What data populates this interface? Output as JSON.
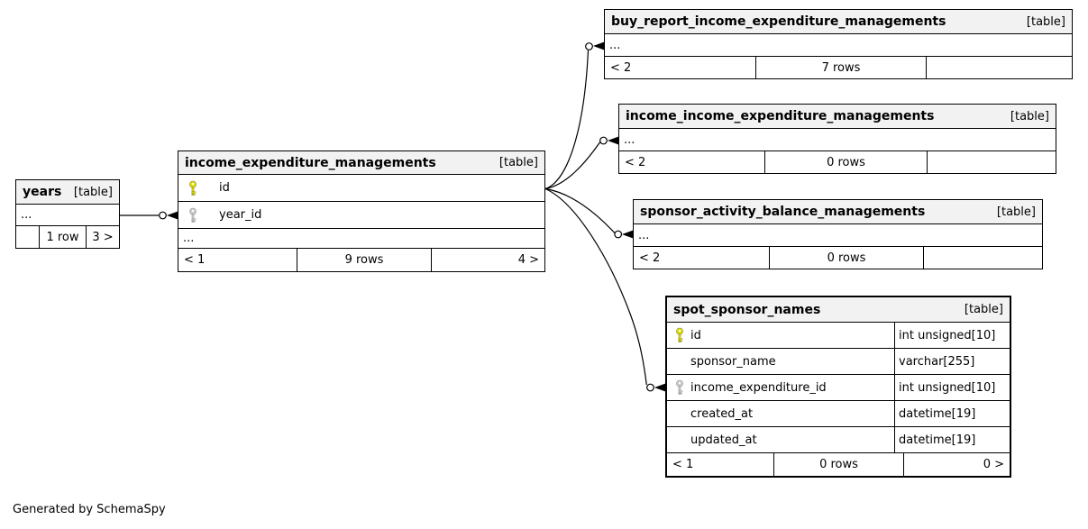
{
  "note": "Generated by SchemaSpy",
  "colors": {
    "primary_key": "#e0e000",
    "foreign_key": "#c9c9c9",
    "header_bg": "#f2f2f2",
    "border": "#000000"
  },
  "tables": {
    "years": {
      "name": "years",
      "tag": "[table]",
      "ellipsis": "...",
      "footer_left": "",
      "footer_center": "1 row",
      "footer_right": "3 >"
    },
    "income_expenditure_managements": {
      "name": "income_expenditure_managements",
      "tag": "[table]",
      "columns": [
        {
          "name": "id",
          "key": "primary"
        },
        {
          "name": "year_id",
          "key": "foreign"
        }
      ],
      "ellipsis": "...",
      "footer_left": "< 1",
      "footer_center": "9 rows",
      "footer_right": "4 >"
    },
    "buy_report_income_expenditure_managements": {
      "name": "buy_report_income_expenditure_managements",
      "tag": "[table]",
      "ellipsis": "...",
      "footer_left": "< 2",
      "footer_center": "7 rows",
      "footer_right": ""
    },
    "income_income_expenditure_managements": {
      "name": "income_income_expenditure_managements",
      "tag": "[table]",
      "ellipsis": "...",
      "footer_left": "< 2",
      "footer_center": "0 rows",
      "footer_right": ""
    },
    "sponsor_activity_balance_managements": {
      "name": "sponsor_activity_balance_managements",
      "tag": "[table]",
      "ellipsis": "...",
      "footer_left": "< 2",
      "footer_center": "0 rows",
      "footer_right": ""
    },
    "spot_sponsor_names": {
      "name": "spot_sponsor_names",
      "tag": "[table]",
      "columns": [
        {
          "name": "id",
          "type": "int unsigned[10]",
          "key": "primary"
        },
        {
          "name": "sponsor_name",
          "type": "varchar[255]",
          "key": ""
        },
        {
          "name": "income_expenditure_id",
          "type": "int unsigned[10]",
          "key": "foreign"
        },
        {
          "name": "created_at",
          "type": "datetime[19]",
          "key": ""
        },
        {
          "name": "updated_at",
          "type": "datetime[19]",
          "key": ""
        }
      ],
      "footer_left": "< 1",
      "footer_center": "0 rows",
      "footer_right": "0 >"
    }
  }
}
